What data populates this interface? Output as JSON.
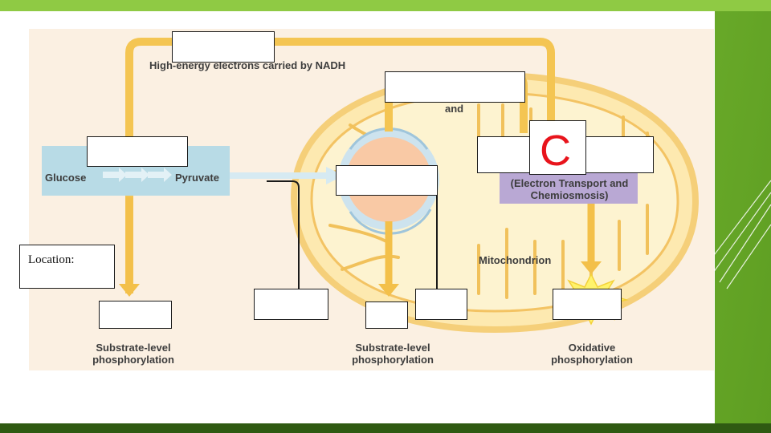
{
  "slide": {
    "colors": {
      "accent_green": "#8cc63f",
      "dark_green": "#2f5a12",
      "arrow_orange": "#f3c04a",
      "glycolysis_box": "#b8dbe6",
      "etc_box": "#b9a8d4",
      "letter_red": "#e8141c"
    }
  },
  "diagram": {
    "nadh_label": "High-energy electrons carried by NADH",
    "and_label": "and",
    "glucose_label": "Glucose",
    "pyruvate_label": "Pyruvate",
    "etc_label": "(Electron Transport and Chemiosmosis)",
    "mitochondrion_label": "Mitochondrion",
    "substrate_level_label_1": "Substrate-level phosphorylation",
    "substrate_level_label_2": "Substrate-level phosphorylation",
    "oxidative_label": "Oxidative phosphorylation",
    "location_label": "Location:",
    "answer_letter": "C"
  }
}
